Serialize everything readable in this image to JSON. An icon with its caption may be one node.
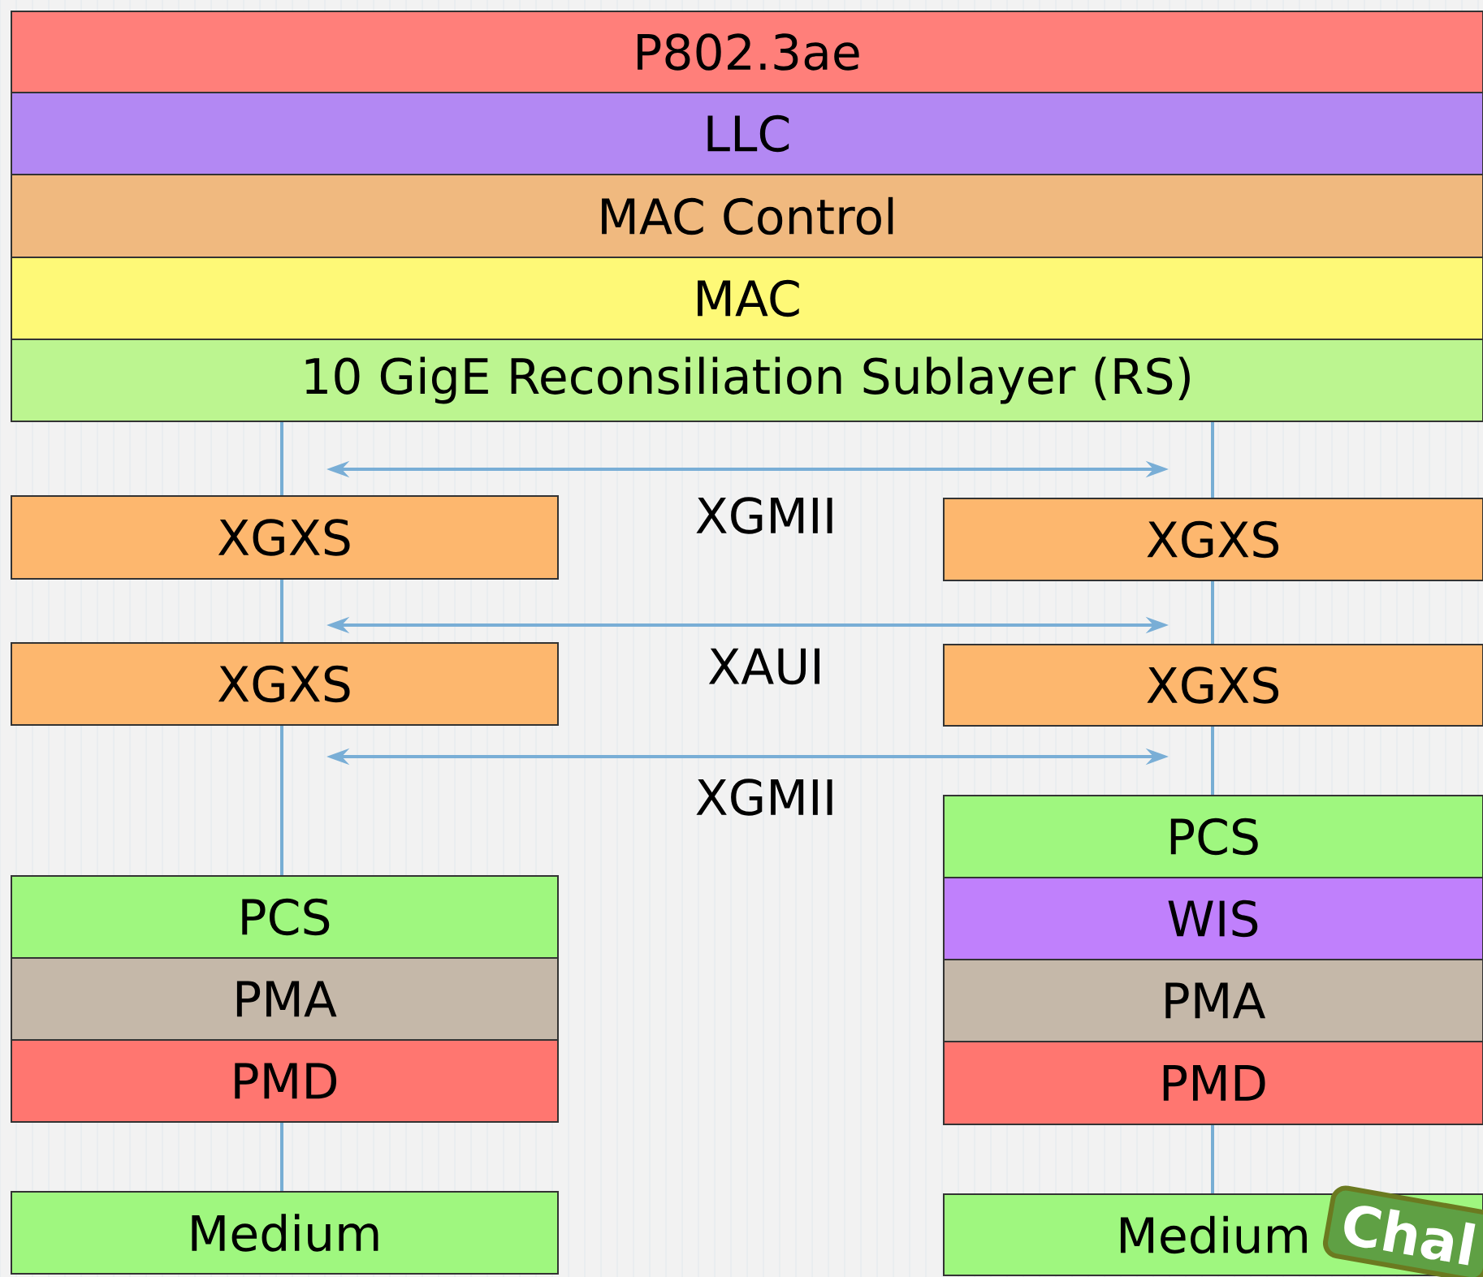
{
  "diagram": {
    "nodes": [
      {
        "text": [
          "P802.3ae"
        ]
      },
      {
        "text": [
          "LLC"
        ]
      },
      {
        "text": [
          "MAC Control"
        ]
      },
      {
        "text": [
          "MAC"
        ]
      },
      {
        "text": [
          "10 GigE Reconsiliation Sublayer (RS)"
        ]
      },
      {
        "text": [
          "XGXS"
        ]
      },
      {
        "text": [
          "XGXS"
        ]
      },
      {
        "text": [
          "XGXS"
        ]
      },
      {
        "text": [
          "XGXS"
        ]
      },
      {
        "text": [
          "PCS"
        ]
      },
      {
        "text": [
          "PCS"
        ]
      },
      {
        "text": [
          "WIS"
        ]
      },
      {
        "text": [
          "PMA"
        ]
      },
      {
        "text": [
          "PMA"
        ]
      },
      {
        "text": [
          "PMD"
        ]
      },
      {
        "text": [
          "PMD"
        ]
      },
      {
        "text": [
          "Medium"
        ]
      },
      {
        "text": [
          "Medium"
        ]
      }
    ],
    "edges": [
      {
        "from": 4,
        "to": 5,
        "arrow": "none"
      },
      {
        "from": 4,
        "to": 6,
        "arrow": "none"
      },
      {
        "from": 5,
        "to": 7,
        "arrow": "none"
      },
      {
        "from": 6,
        "to": 8,
        "arrow": "none"
      },
      {
        "from": 7,
        "to": 10,
        "arrow": "none"
      },
      {
        "from": 8,
        "to": 9,
        "arrow": "none"
      },
      {
        "from": 14,
        "to": 16,
        "arrow": "none"
      },
      {
        "from": 15,
        "to": 17,
        "arrow": "none"
      }
    ],
    "labels": [
      "XGMII",
      "XAUI",
      "XGMII",
      "Chal"
    ]
  }
}
